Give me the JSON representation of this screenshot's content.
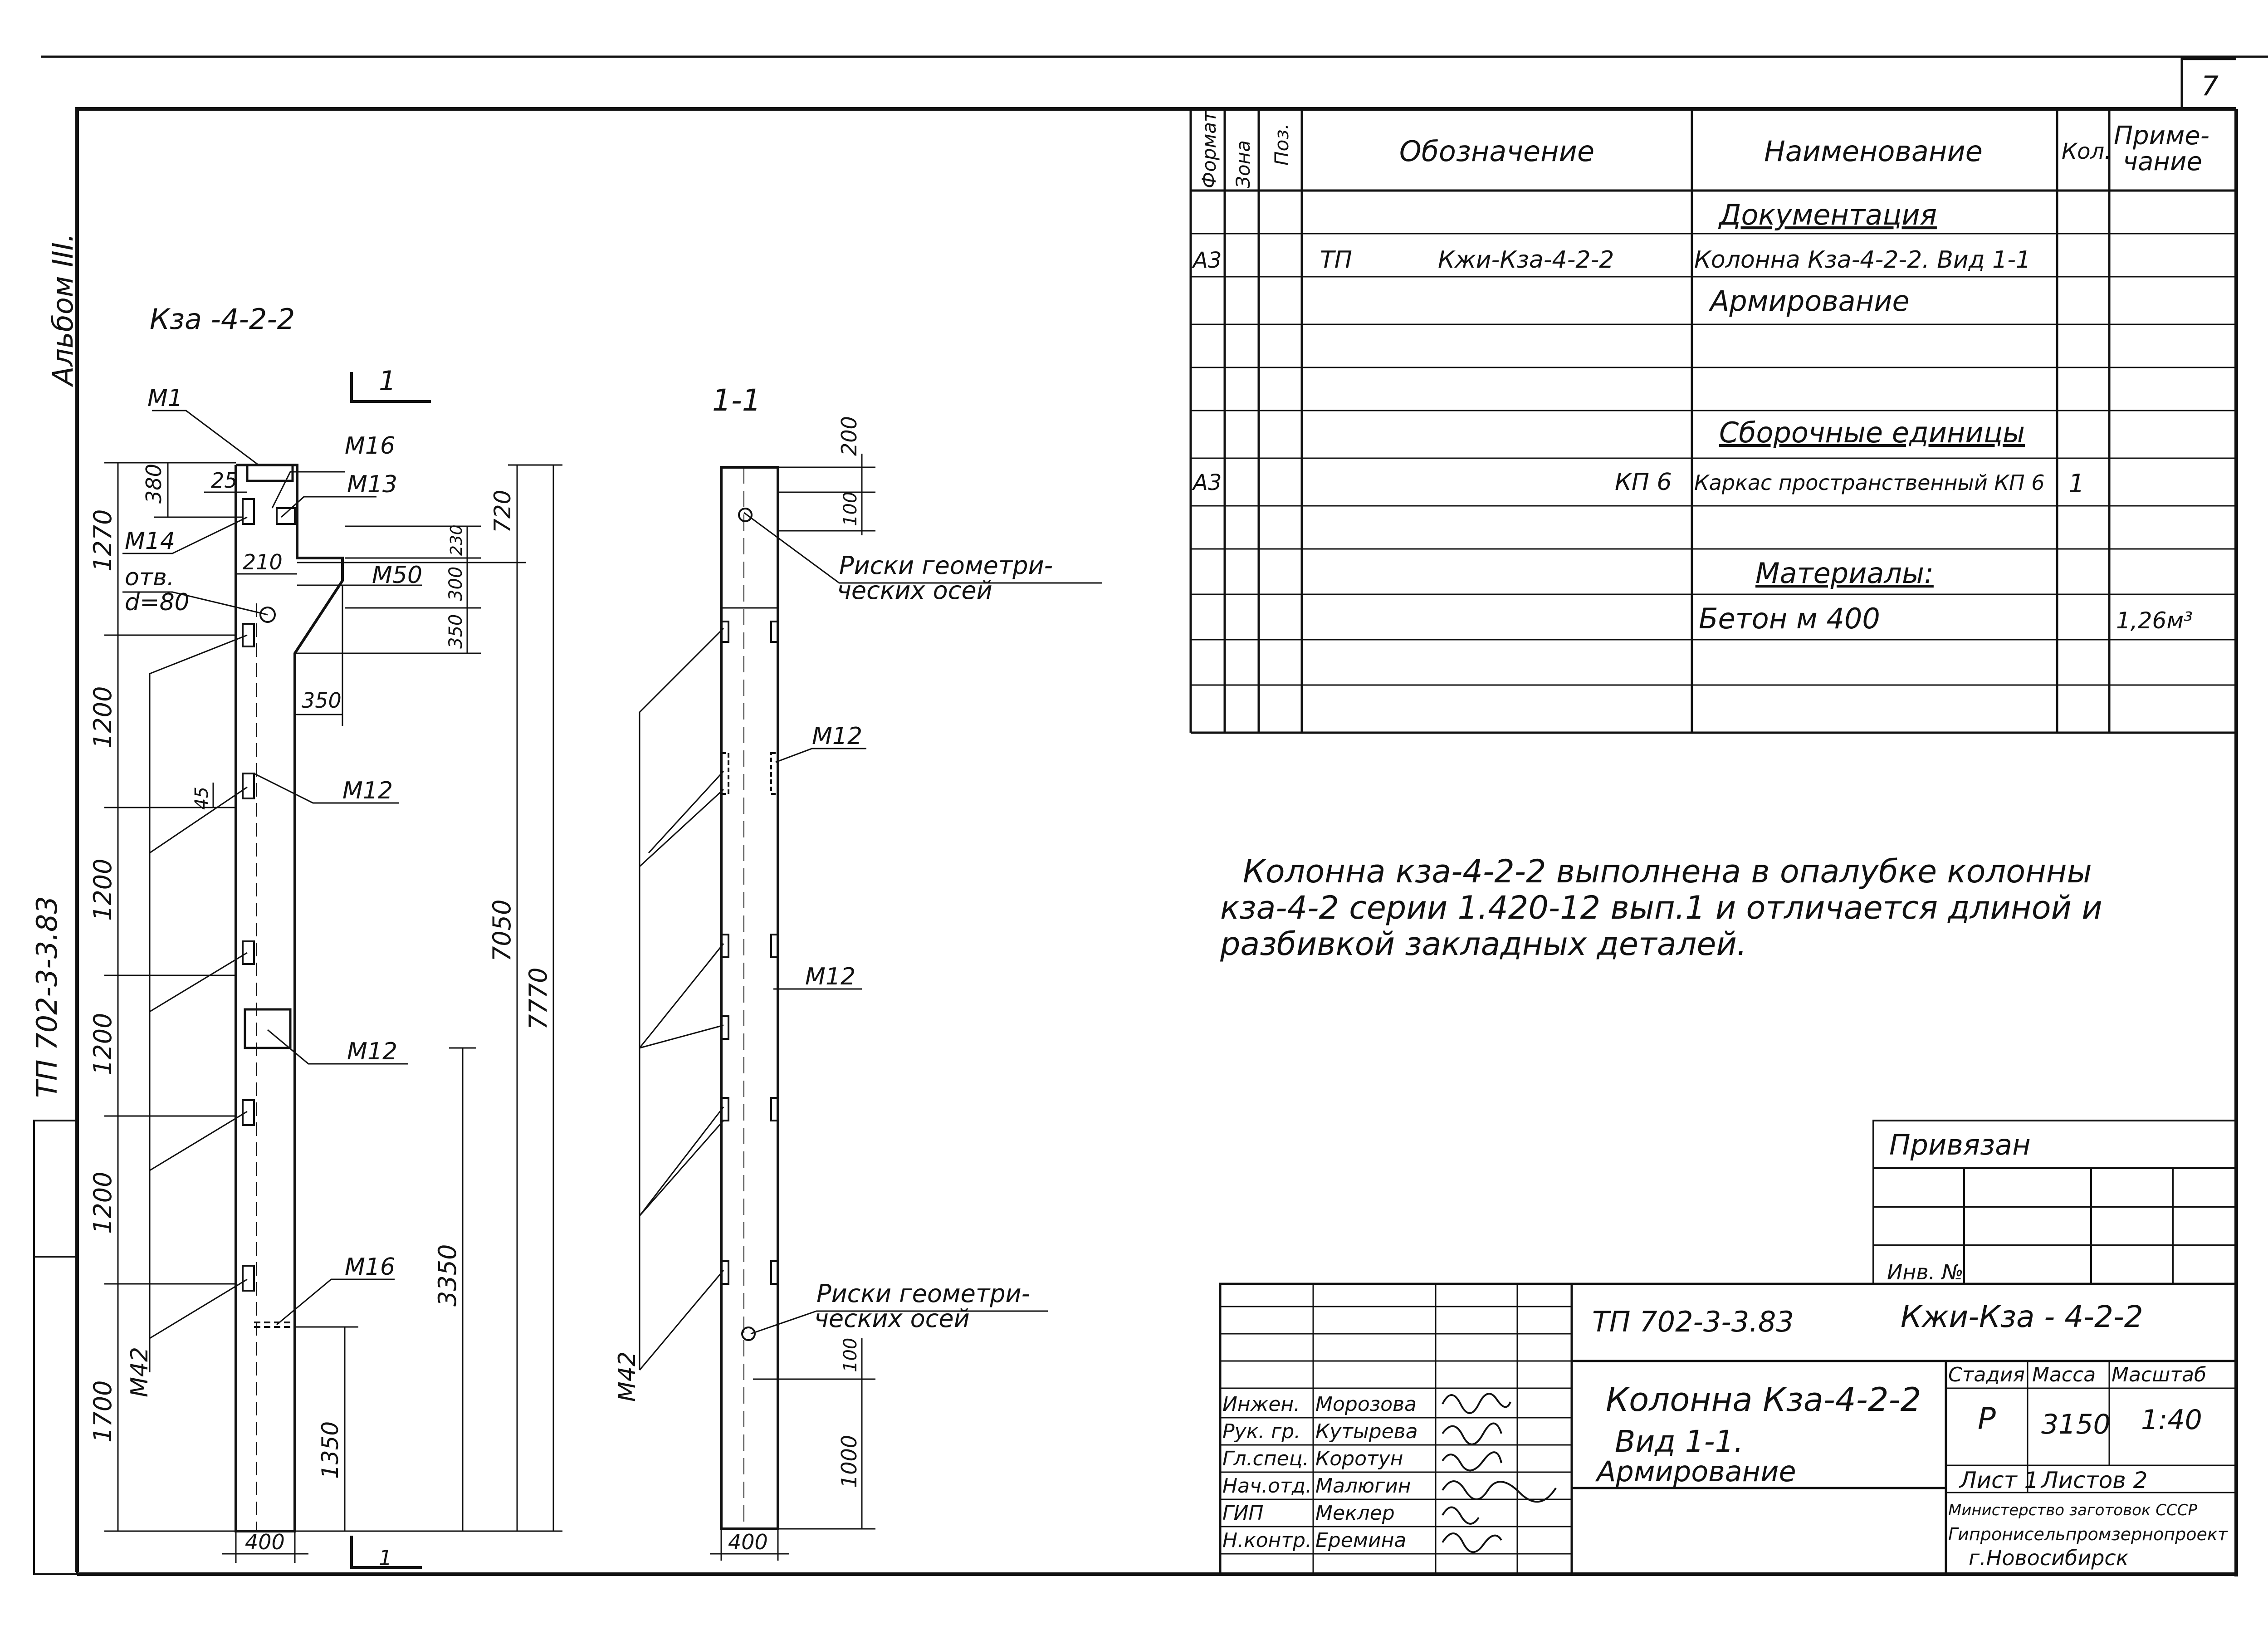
{
  "page_number": "7",
  "side_labels": {
    "album": "Альбом III.",
    "series": "ТП   702-3-3.83"
  },
  "column": {
    "title": "Кза -4-2-2",
    "section_mark": "1",
    "section_title": "1-1"
  },
  "elevation_labels": {
    "m1": "М1",
    "m16_top": "М16",
    "m13": "М13",
    "m14": "М14",
    "hole": "отв.",
    "hole_d": "d=80",
    "m50": "М50",
    "m12_a": "М12",
    "m12_b": "М12",
    "m16_bottom": "М16",
    "m42": "М42"
  },
  "elevation_dims": {
    "d1270": "1270",
    "d1200_a": "1200",
    "d1200_b": "1200",
    "d1200_c": "1200",
    "d1200_d": "1200",
    "d1700": "1700",
    "d380": "380",
    "d25": "25",
    "d210": "210",
    "d230": "230",
    "d300": "300",
    "d350_v": "350",
    "d350_h": "350",
    "d45": "45",
    "d720": "720",
    "d7050": "7050",
    "d7770": "7770",
    "d3350": "3350",
    "d1350": "1350",
    "d400": "400"
  },
  "section_labels": {
    "axes_line1": "Риски геометри-",
    "axes_line2": "ческих осей",
    "m12_a": "М12",
    "m12_b": "М12",
    "m42": "М42"
  },
  "section_dims": {
    "d200": "200",
    "d100_top": "100",
    "d100_bot": "100",
    "d1000": "1000",
    "d400": "400"
  },
  "spec_table": {
    "headers": [
      "Формат",
      "Зона",
      "Поз.",
      "Обозначение",
      "Наименование",
      "Кол.",
      "Приме-",
      "чание"
    ],
    "rows": [
      {
        "format": "",
        "designation": "",
        "name": "Документация",
        "qty": "",
        "note": ""
      },
      {
        "format": "А3",
        "designation_prefix": "ТП",
        "designation": "Кжи-Кза-4-2-2",
        "name": "Колонна Кза-4-2-2. Вид 1-1",
        "qty": "",
        "note": ""
      },
      {
        "format": "",
        "designation": "",
        "name": "Армирование",
        "qty": "",
        "note": ""
      },
      {
        "format": "",
        "designation": "",
        "name": "Сборочные единицы",
        "qty": "",
        "note": ""
      },
      {
        "format": "А3",
        "designation": "КП 6",
        "name": "Каркас пространственный КП 6",
        "qty": "1",
        "note": ""
      },
      {
        "format": "",
        "designation": "",
        "name": "Материалы:",
        "qty": "",
        "note": ""
      },
      {
        "format": "",
        "designation": "",
        "name": "Бетон  м 400",
        "qty": "",
        "note": "1,26м³"
      }
    ]
  },
  "note_lines": [
    "Колонна кза-4-2-2  выполнена в опалубке колонны",
    "кза-4-2 серии 1.420-12 вып.1 и отличается длиной и",
    "разбивкой закладных деталей."
  ],
  "stamp_box": {
    "title": "Привязан",
    "inv": "Инв. №"
  },
  "title_block": {
    "project_code": "ТП 702-3-3.83",
    "drawing_code": "Кжи-Кза - 4-2-2",
    "drawing_title": [
      "Колонна Кза-4-2-2",
      "Вид 1-1.",
      "Армирование"
    ],
    "stage_label": "Стадия",
    "mass_label": "Масса",
    "scale_label": "Масштаб",
    "stage": "Р",
    "mass": "3150",
    "scale": "1:40",
    "sheet": "Лист 1",
    "sheets": "Листов 2",
    "org": [
      "Министерство заготовок СССР",
      "Гипронисельпромзернопроект",
      "г.Новосибирск"
    ],
    "signatures": [
      {
        "role": "Инжен.",
        "name": "Морозова"
      },
      {
        "role": "Рук. гр.",
        "name": "Кутырева"
      },
      {
        "role": "Гл.спец.",
        "name": "Коротун"
      },
      {
        "role": "Нач.отд.",
        "name": "Малюгин"
      },
      {
        "role": "ГИП",
        "name": "Меклер"
      },
      {
        "role": "Н.контр.",
        "name": "Еремина"
      }
    ]
  }
}
